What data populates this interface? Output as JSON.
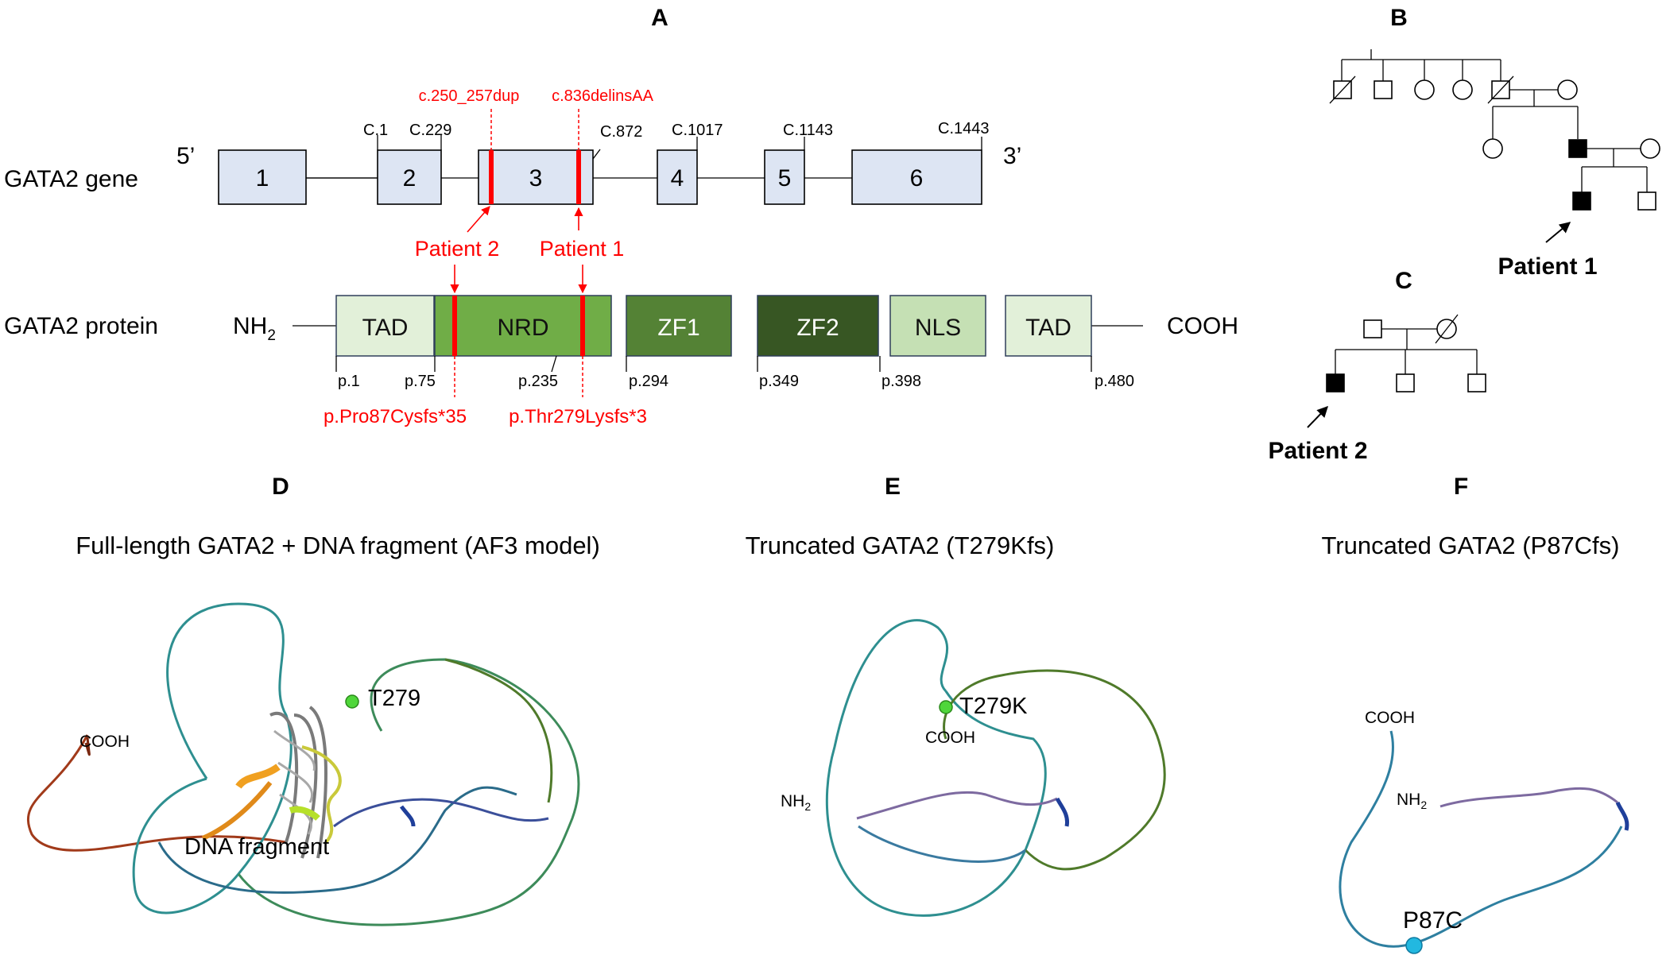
{
  "panels": {
    "a": {
      "letter": "A"
    },
    "b": {
      "letter": "B",
      "proband": "Patient 1"
    },
    "c": {
      "letter": "C",
      "proband": "Patient 2"
    },
    "d": {
      "letter": "D",
      "title": "Full-length GATA2 + DNA fragment (AF3 model)",
      "cooh": "COOH",
      "site": "T279",
      "dna": "DNA fragment"
    },
    "e": {
      "letter": "E",
      "title": "Truncated GATA2 (T279Kfs)",
      "site": "T279K",
      "cooh": "COOH",
      "nh2": "NH",
      "nh2_sub": "2"
    },
    "f": {
      "letter": "F",
      "title": "Truncated GATA2 (P87Cfs)",
      "cooh": "COOH",
      "nh2": "NH",
      "nh2_sub": "2",
      "site": "P87C"
    }
  },
  "gene": {
    "label": "GATA2 gene",
    "five": "5’",
    "three": "3’",
    "exons": [
      "1",
      "2",
      "3",
      "4",
      "5",
      "6"
    ],
    "coords": [
      "C.1",
      "C.229",
      "C.872",
      "C.1017",
      "C.1143",
      "C.1443"
    ],
    "mut1": "c.250_257dup",
    "mut2": "c.836delinsAA"
  },
  "patients": {
    "p2": "Patient 2",
    "p1": "Patient 1"
  },
  "protein": {
    "label": "GATA2 protein",
    "nh2": "NH",
    "nh2_sub": "2",
    "cooh": "COOH",
    "domains": [
      "TAD",
      "NRD",
      "ZF1",
      "ZF2",
      "NLS",
      "TAD"
    ],
    "domain_colors": [
      "#e2f0d9",
      "#70ad47",
      "#548235",
      "#375623",
      "#c5e0b4",
      "#e2f0d9"
    ],
    "positions": [
      "p.1",
      "p.75",
      "p.235",
      "p.294",
      "p.349",
      "p.398",
      "p.480"
    ],
    "mut1": "p.Pro87Cysfs*35",
    "mut2": "p.Thr279Lysfs*3"
  }
}
